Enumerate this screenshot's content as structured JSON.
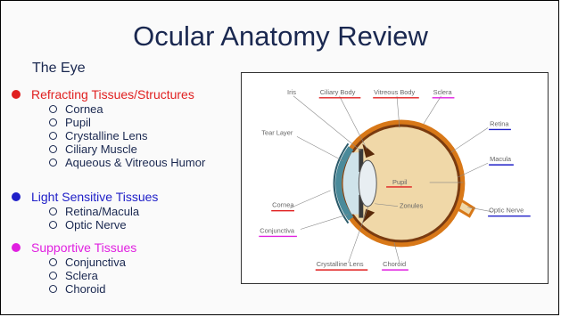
{
  "slide": {
    "title": "Ocular Anatomy Review",
    "subtitle": "The Eye",
    "sections": [
      {
        "heading": "Refracting Tissues/Structures",
        "color": "#e02020",
        "items": [
          "Cornea",
          "Pupil",
          "Crystalline Lens",
          "Ciliary Muscle",
          "Aqueous & Vitreous Humor"
        ]
      },
      {
        "heading": "Light Sensitive Tissues",
        "color": "#2020c8",
        "items": [
          "Retina/Macula",
          "Optic Nerve"
        ]
      },
      {
        "heading": "Supportive Tissues",
        "color": "#e020e0",
        "items": [
          "Conjunctiva",
          "Sclera",
          "Choroid"
        ]
      }
    ]
  },
  "diagram": {
    "labels": {
      "iris": "Iris",
      "ciliary_body": "Ciliary Body",
      "vitreous_body": "Vitreous Body",
      "sclera": "Sclera",
      "tear_layer": "Tear Layer",
      "retina": "Retina",
      "macula": "Macula",
      "pupil": "Pupil",
      "zonules": "Zonules",
      "cornea": "Cornea",
      "optic_nerve": "Optic Nerve",
      "conjunctiva": "Conjunctiva",
      "crystalline_lens": "Crystalline Lens",
      "choroid": "Choroid"
    },
    "colors": {
      "refracting": "#e02020",
      "light_sensitive": "#2020c8",
      "supportive": "#e020e0",
      "sclera": "#d87818",
      "vitreous": "#f0d8a8"
    }
  }
}
